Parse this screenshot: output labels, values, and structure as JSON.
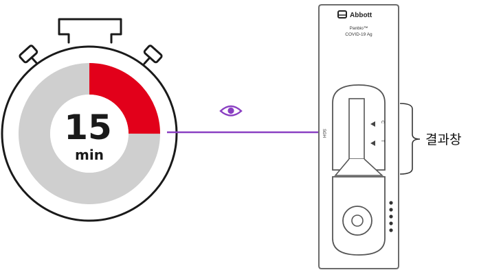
{
  "timer": {
    "value": "15",
    "unit": "min",
    "elapsed_fraction": 0.25,
    "colors": {
      "ring_bg": "#cfcfcf",
      "ring_elapsed": "#e2001a",
      "outline": "#1a1a1a"
    }
  },
  "test_device": {
    "brand": "Abbott",
    "product_line1": "Panbio™",
    "product_line2": "COVID-19 Ag",
    "side_code": "SGH",
    "line_labels": [
      "C",
      "T"
    ]
  },
  "connector": {
    "color": "#8a3fc2",
    "icon": "eye-icon"
  },
  "callout": {
    "label": "결과창"
  }
}
